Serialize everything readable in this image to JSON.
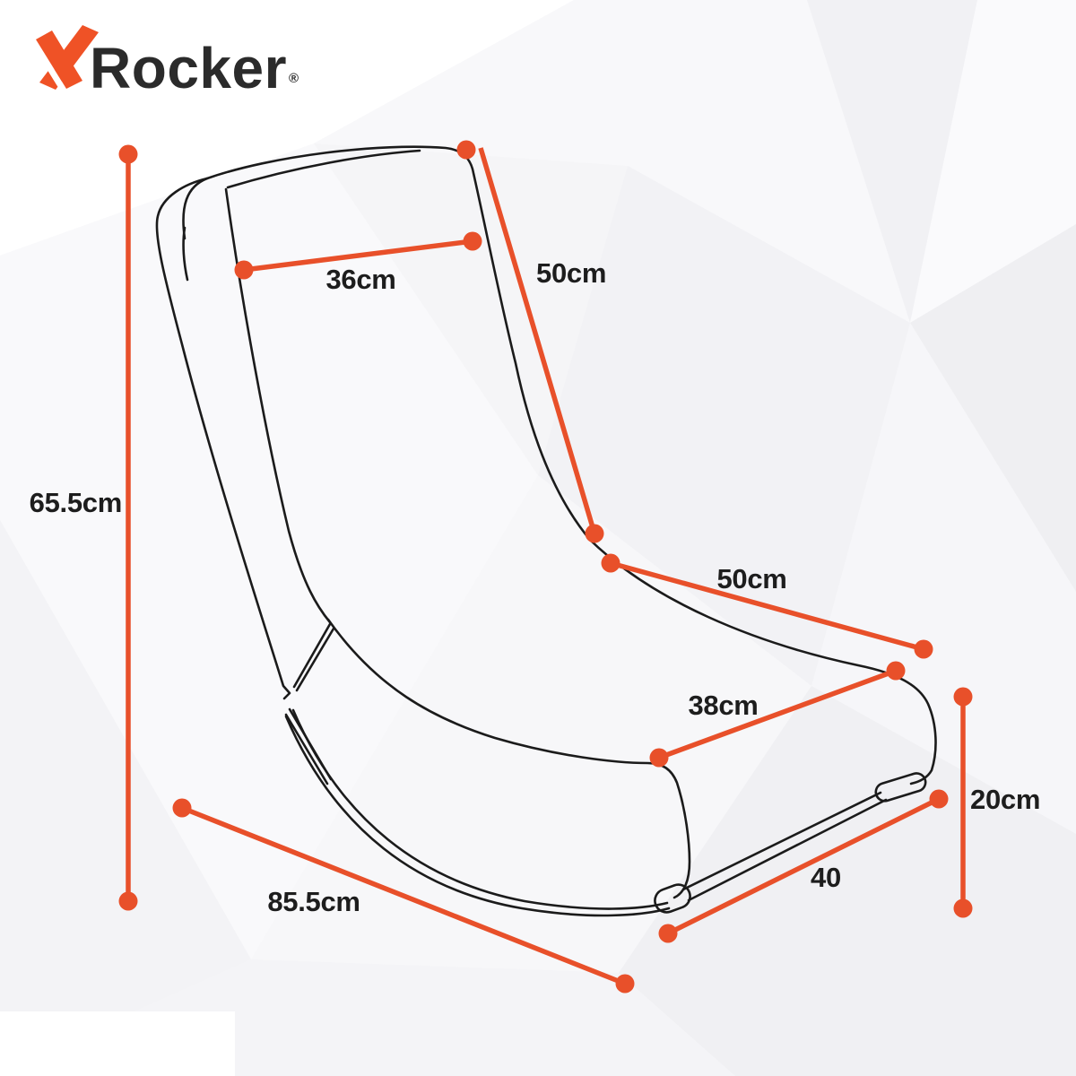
{
  "brand": {
    "x_glyph": "X",
    "name": "Rocker",
    "registered": "®"
  },
  "colors": {
    "accent_orange": "#E8502A",
    "label_ink": "#1D1D1D",
    "drawing_line": "#1B1B1B"
  },
  "measurements": [
    {
      "key": "overall_height",
      "label": "65.5cm"
    },
    {
      "key": "headrest_width",
      "label": "36cm"
    },
    {
      "key": "backrest_length",
      "label": "50cm"
    },
    {
      "key": "seat_back_width",
      "label": "50cm"
    },
    {
      "key": "seat_depth",
      "label": "38cm"
    },
    {
      "key": "overall_depth",
      "label": "85.5cm"
    },
    {
      "key": "base_width",
      "label": "40"
    },
    {
      "key": "base_height",
      "label": "20cm"
    }
  ]
}
